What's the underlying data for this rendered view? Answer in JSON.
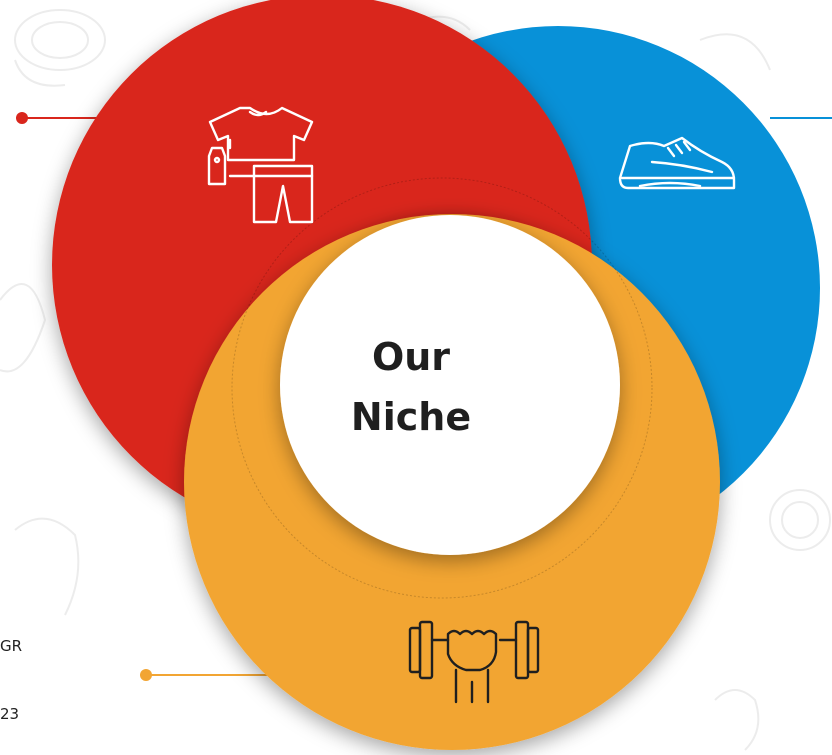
{
  "center": {
    "title_line1": "Our",
    "title_line2": "Niche"
  },
  "circles": [
    {
      "name": "apparel",
      "color": "#d9261c",
      "icon": "clothing-tag-icon"
    },
    {
      "name": "footwear",
      "color": "#0891d8",
      "icon": "sneaker-icon"
    },
    {
      "name": "fitness",
      "color": "#f2a533",
      "icon": "dumbbell-fist-icon"
    }
  ],
  "connectors": [
    {
      "color": "#d9261c"
    },
    {
      "color": "#0891d8"
    },
    {
      "color": "#f2a533"
    }
  ],
  "edge_text": {
    "line1": "GR",
    "line2": "23"
  },
  "background": {
    "doodle_color": "#ececec"
  }
}
